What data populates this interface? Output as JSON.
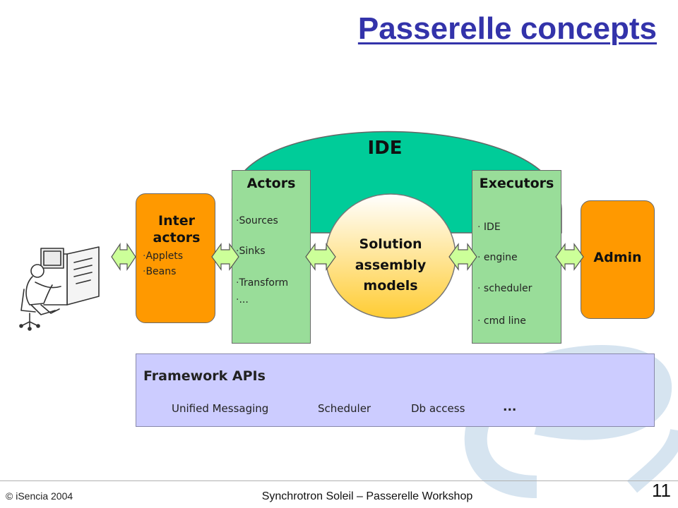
{
  "title": "Passerelle concepts",
  "ide": {
    "label": "IDE"
  },
  "interactors": {
    "label_line1": "Inter",
    "label_line2": "actors",
    "items": [
      "Applets",
      "Beans"
    ]
  },
  "actors": {
    "label": "Actors",
    "items": [
      "Sources",
      "Sinks",
      "Transform",
      "..."
    ]
  },
  "solution": {
    "line1": "Solution",
    "line2": "assembly",
    "line3": "models"
  },
  "executors": {
    "label": "Executors",
    "items": [
      "IDE",
      "engine",
      "scheduler",
      "cmd line"
    ]
  },
  "admin": {
    "label": "Admin"
  },
  "framework": {
    "title": "Framework APIs",
    "items": [
      "Unified Messaging",
      "Scheduler",
      "Db access",
      "..."
    ]
  },
  "footer": {
    "copyright": "© iSencia 2004",
    "center": "Synchrotron Soleil – Passerelle Workshop",
    "page_number": "11"
  },
  "colors": {
    "title": "#3333aa",
    "ide": "#00cc99",
    "green_box": "#99dd99",
    "orange_box": "#ff9900",
    "framework": "#ccccff",
    "arrow": "#ccff99"
  }
}
